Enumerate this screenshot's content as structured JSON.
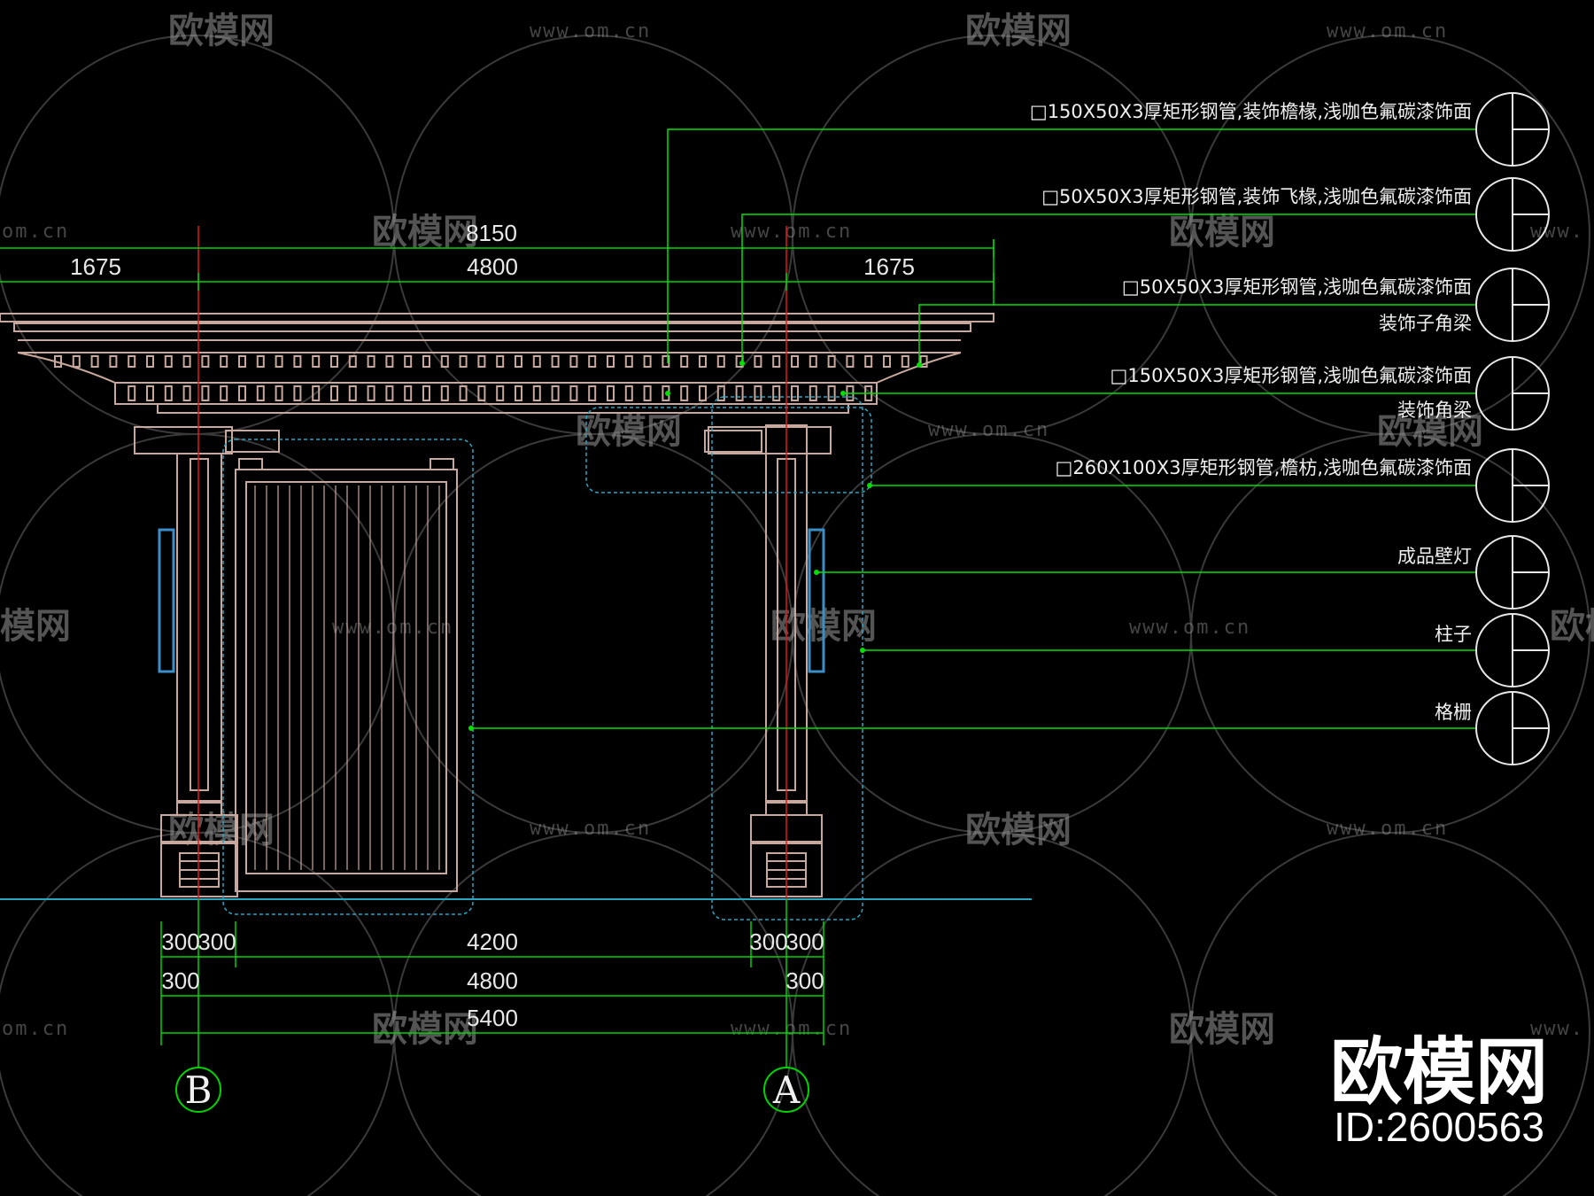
{
  "colors": {
    "background": "#000000",
    "structure": "#c8a89c",
    "dimension_line": "#00d400",
    "leader_line": "#00e000",
    "axis_line": "#e01a1a",
    "glass_boundary": "#2aa6c2",
    "lamp": "#3c8ec8",
    "text": "#f0f0f0"
  },
  "dimensions": {
    "top_total": "8150",
    "top_left": "1675",
    "top_center": "4800",
    "top_right": "1675",
    "bottom_row1": [
      "300",
      "300",
      "4200",
      "300",
      "300"
    ],
    "bottom_row2": [
      "300",
      "4800",
      "300"
    ],
    "bottom_row3": "5400"
  },
  "axes": {
    "left": "B",
    "right": "A"
  },
  "callouts": [
    {
      "line1": "□150X50X3厚矩形钢管,装饰檐椽,浅咖色氟碳漆饰面",
      "line2": ""
    },
    {
      "line1": "□50X50X3厚矩形钢管,装饰飞椽,浅咖色氟碳漆饰面",
      "line2": ""
    },
    {
      "line1": "□50X50X3厚矩形钢管,浅咖色氟碳漆饰面",
      "line2": "装饰子角梁"
    },
    {
      "line1": "□150X50X3厚矩形钢管,浅咖色氟碳漆饰面",
      "line2": "装饰角梁"
    },
    {
      "line1": "□260X100X3厚矩形钢管,檐枋,浅咖色氟碳漆饰面",
      "line2": ""
    },
    {
      "line1": "成品壁灯",
      "line2": ""
    },
    {
      "line1": "柱子",
      "line2": ""
    },
    {
      "line1": "格栅",
      "line2": ""
    }
  ],
  "watermark": {
    "brand": "欧模网",
    "url": "www.om.cn",
    "url_short": "om.cn",
    "url_prefix": "www.",
    "brand_tail": "模网",
    "id": "ID:2600563"
  }
}
